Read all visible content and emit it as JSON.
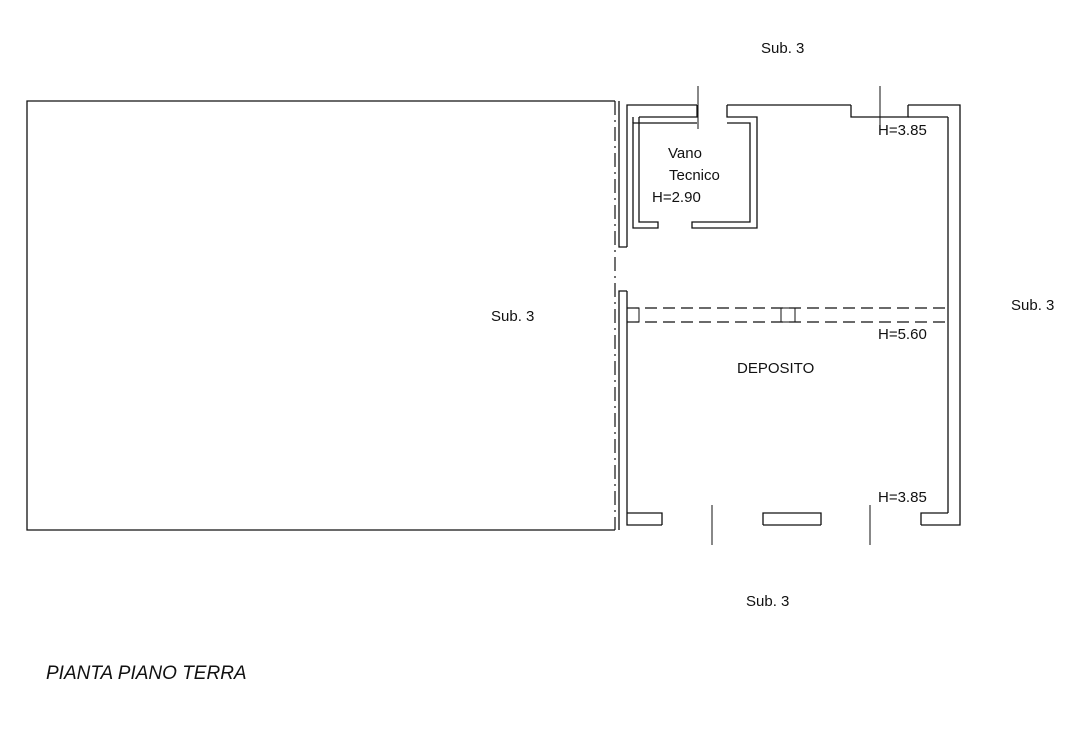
{
  "plan": {
    "labels": {
      "sub_top": "Sub. 3",
      "sub_left": "Sub. 3",
      "sub_right": "Sub. 3",
      "sub_bottom": "Sub. 3",
      "vano_line1": "Vano",
      "vano_line2": "Tecnico",
      "vano_height": "H=2.90",
      "height_top_right": "H=3.85",
      "height_mid_right": "H=5.60",
      "height_bottom_right": "H=3.85",
      "deposito": "DEPOSITO"
    },
    "title": "PIANTA PIANO TERRA"
  }
}
